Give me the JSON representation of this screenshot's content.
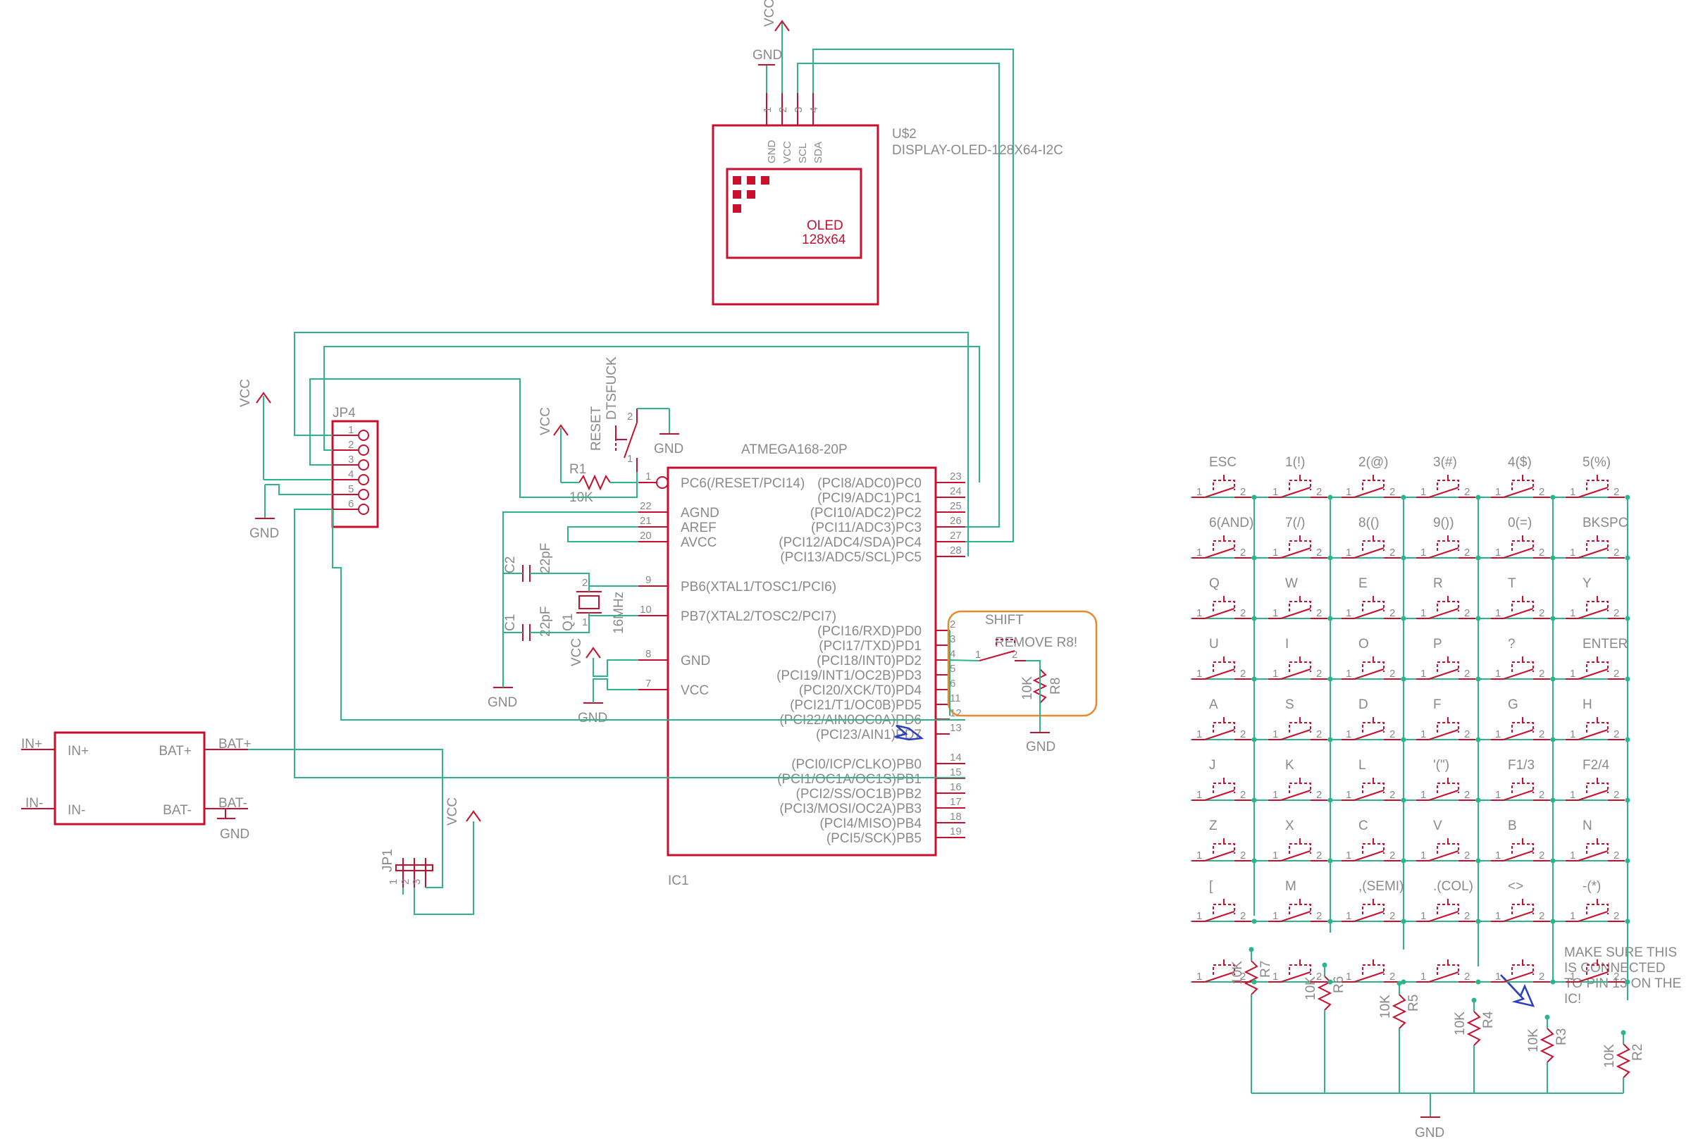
{
  "oled": {
    "ref": "U$2",
    "value": "DISPLAY-OLED-128X64-I2C",
    "body_line1": "OLED",
    "body_line2": "128x64",
    "pins": [
      "GND",
      "VCC",
      "SCL",
      "SDA"
    ],
    "pin_numbers": [
      "1",
      "2",
      "3",
      "4"
    ],
    "vcc": "VCC",
    "gnd": "GND"
  },
  "mcu": {
    "name": "ATMEGA168-20P",
    "ref": "IC1",
    "left_pins": [
      {
        "label": "PC6(/RESET/PCI14)",
        "num": "1"
      },
      {
        "label": "AGND",
        "num": "22"
      },
      {
        "label": "AREF",
        "num": "21"
      },
      {
        "label": "AVCC",
        "num": "20"
      },
      {
        "label": "PB6(XTAL1/TOSC1/PCI6)",
        "num": "9"
      },
      {
        "label": "PB7(XTAL2/TOSC2/PCI7)",
        "num": "10"
      },
      {
        "label": "GND",
        "num": "8"
      },
      {
        "label": "VCC",
        "num": "7"
      }
    ],
    "right_pins": [
      {
        "label": "(PCI8/ADC0)PC0",
        "num": "23"
      },
      {
        "label": "(PCI9/ADC1)PC1",
        "num": "24"
      },
      {
        "label": "(PCI10/ADC2)PC2",
        "num": "25"
      },
      {
        "label": "(PCI11/ADC3)PC3",
        "num": "26"
      },
      {
        "label": "(PCI12/ADC4/SDA)PC4",
        "num": "27"
      },
      {
        "label": "(PCI13/ADC5/SCL)PC5",
        "num": "28"
      },
      {
        "label": "(PCI16/RXD)PD0",
        "num": "2"
      },
      {
        "label": "(PCI17/TXD)PD1",
        "num": "3"
      },
      {
        "label": "(PCI18/INT0)PD2",
        "num": "4"
      },
      {
        "label": "(PCI19/INT1/OC2B)PD3",
        "num": "5"
      },
      {
        "label": "(PCI20/XCK/T0)PD4",
        "num": "6"
      },
      {
        "label": "(PCI21/T1/OC0B)PD5",
        "num": "11"
      },
      {
        "label": "(PCI22/AIN0OC0A)PD6",
        "num": "12"
      },
      {
        "label": "(PCI23/AIN1)PD7",
        "num": "13"
      },
      {
        "label": "(PCI0/ICP/CLKO)PB0",
        "num": "14"
      },
      {
        "label": "(PCI1/OC1A/OC1S)PB1",
        "num": "15"
      },
      {
        "label": "(PCI2/SS/OC1B)PB2",
        "num": "16"
      },
      {
        "label": "(PCI3/MOSI/OC2A)PB3",
        "num": "17"
      },
      {
        "label": "(PCI4/MISO)PB4",
        "num": "18"
      },
      {
        "label": "(PCI5/SCK)PB5",
        "num": "19"
      }
    ]
  },
  "reset": {
    "switch_name": "DTSFUCK",
    "switch_value": "RESET",
    "pin1": "1",
    "pin2": "2",
    "r_ref": "R1",
    "r_value": "10K",
    "vcc": "VCC",
    "gnd": "GND"
  },
  "crystal": {
    "c2_ref": "C2",
    "c2_value": "22pF",
    "c1_ref": "C1",
    "c1_value": "22pF",
    "q_ref": "Q1",
    "q_value": "16MHz",
    "q_pin1": "1",
    "q_pin2": "2",
    "gnd": "GND"
  },
  "power_pins": {
    "vcc": "VCC",
    "gnd": "GND"
  },
  "jp4": {
    "ref": "JP4",
    "pins": [
      "1",
      "2",
      "3",
      "4",
      "5",
      "6"
    ],
    "vcc": "VCC",
    "gnd": "GND"
  },
  "battery": {
    "in_plus": "IN+",
    "in_minus": "IN-",
    "bat_plus": "BAT+",
    "bat_minus": "BAT-",
    "net_in_plus": "IN+",
    "net_in_minus": "IN-",
    "net_bat_plus": "BAT+",
    "net_bat_minus": "BAT-",
    "gnd": "GND"
  },
  "jp1": {
    "ref": "JP1",
    "pins": [
      "1",
      "2",
      "3"
    ],
    "vcc": "VCC"
  },
  "shift": {
    "label": "SHIFT",
    "note": "REMOVE R8!",
    "pin1": "1",
    "pin2": "2",
    "r_ref": "R8",
    "r_value": "10K",
    "gnd": "GND"
  },
  "keyboard": {
    "keys": [
      [
        "ESC",
        "1(!)",
        "2(@)",
        "3(#)",
        "4($)",
        "5(%)"
      ],
      [
        "6(AND)",
        "7(/)",
        "8(()",
        "9())",
        "0(=)",
        "BKSPC"
      ],
      [
        "Q",
        "W",
        "E",
        "R",
        "T",
        "Y"
      ],
      [
        "U",
        "I",
        "O",
        "P",
        "?",
        "ENTER"
      ],
      [
        "A",
        "S",
        "D",
        "F",
        "G",
        "H"
      ],
      [
        "J",
        "K",
        "L",
        "'(\")",
        "F1/3",
        "F2/4"
      ],
      [
        "Z",
        "X",
        "C",
        "V",
        "B",
        "N"
      ],
      [
        "[",
        "M",
        ",(SEMI)",
        ".(COL)",
        "<>",
        "-(*)"
      ],
      [
        "",
        "",
        "",
        "",
        "",
        ""
      ]
    ],
    "pin1": "1",
    "pin2": "2"
  },
  "pulldowns": [
    {
      "ref": "R7",
      "value": "10K"
    },
    {
      "ref": "R6",
      "value": "10K"
    },
    {
      "ref": "R5",
      "value": "10K"
    },
    {
      "ref": "R4",
      "value": "10K"
    },
    {
      "ref": "R3",
      "value": "10K"
    },
    {
      "ref": "R2",
      "value": "10K"
    }
  ],
  "pulldown_gnd": "GND",
  "note": {
    "line1": "MAKE SURE THIS",
    "line2": "IS CONNECTED",
    "line3": "TO PIN 13 ON THE",
    "line4": "IC!"
  },
  "colors": {
    "wire": "#2ab58a",
    "part": "#c8102e",
    "label": "#8a8a8a",
    "highlight": "#e8892b",
    "arrow": "#2b3fc2"
  }
}
